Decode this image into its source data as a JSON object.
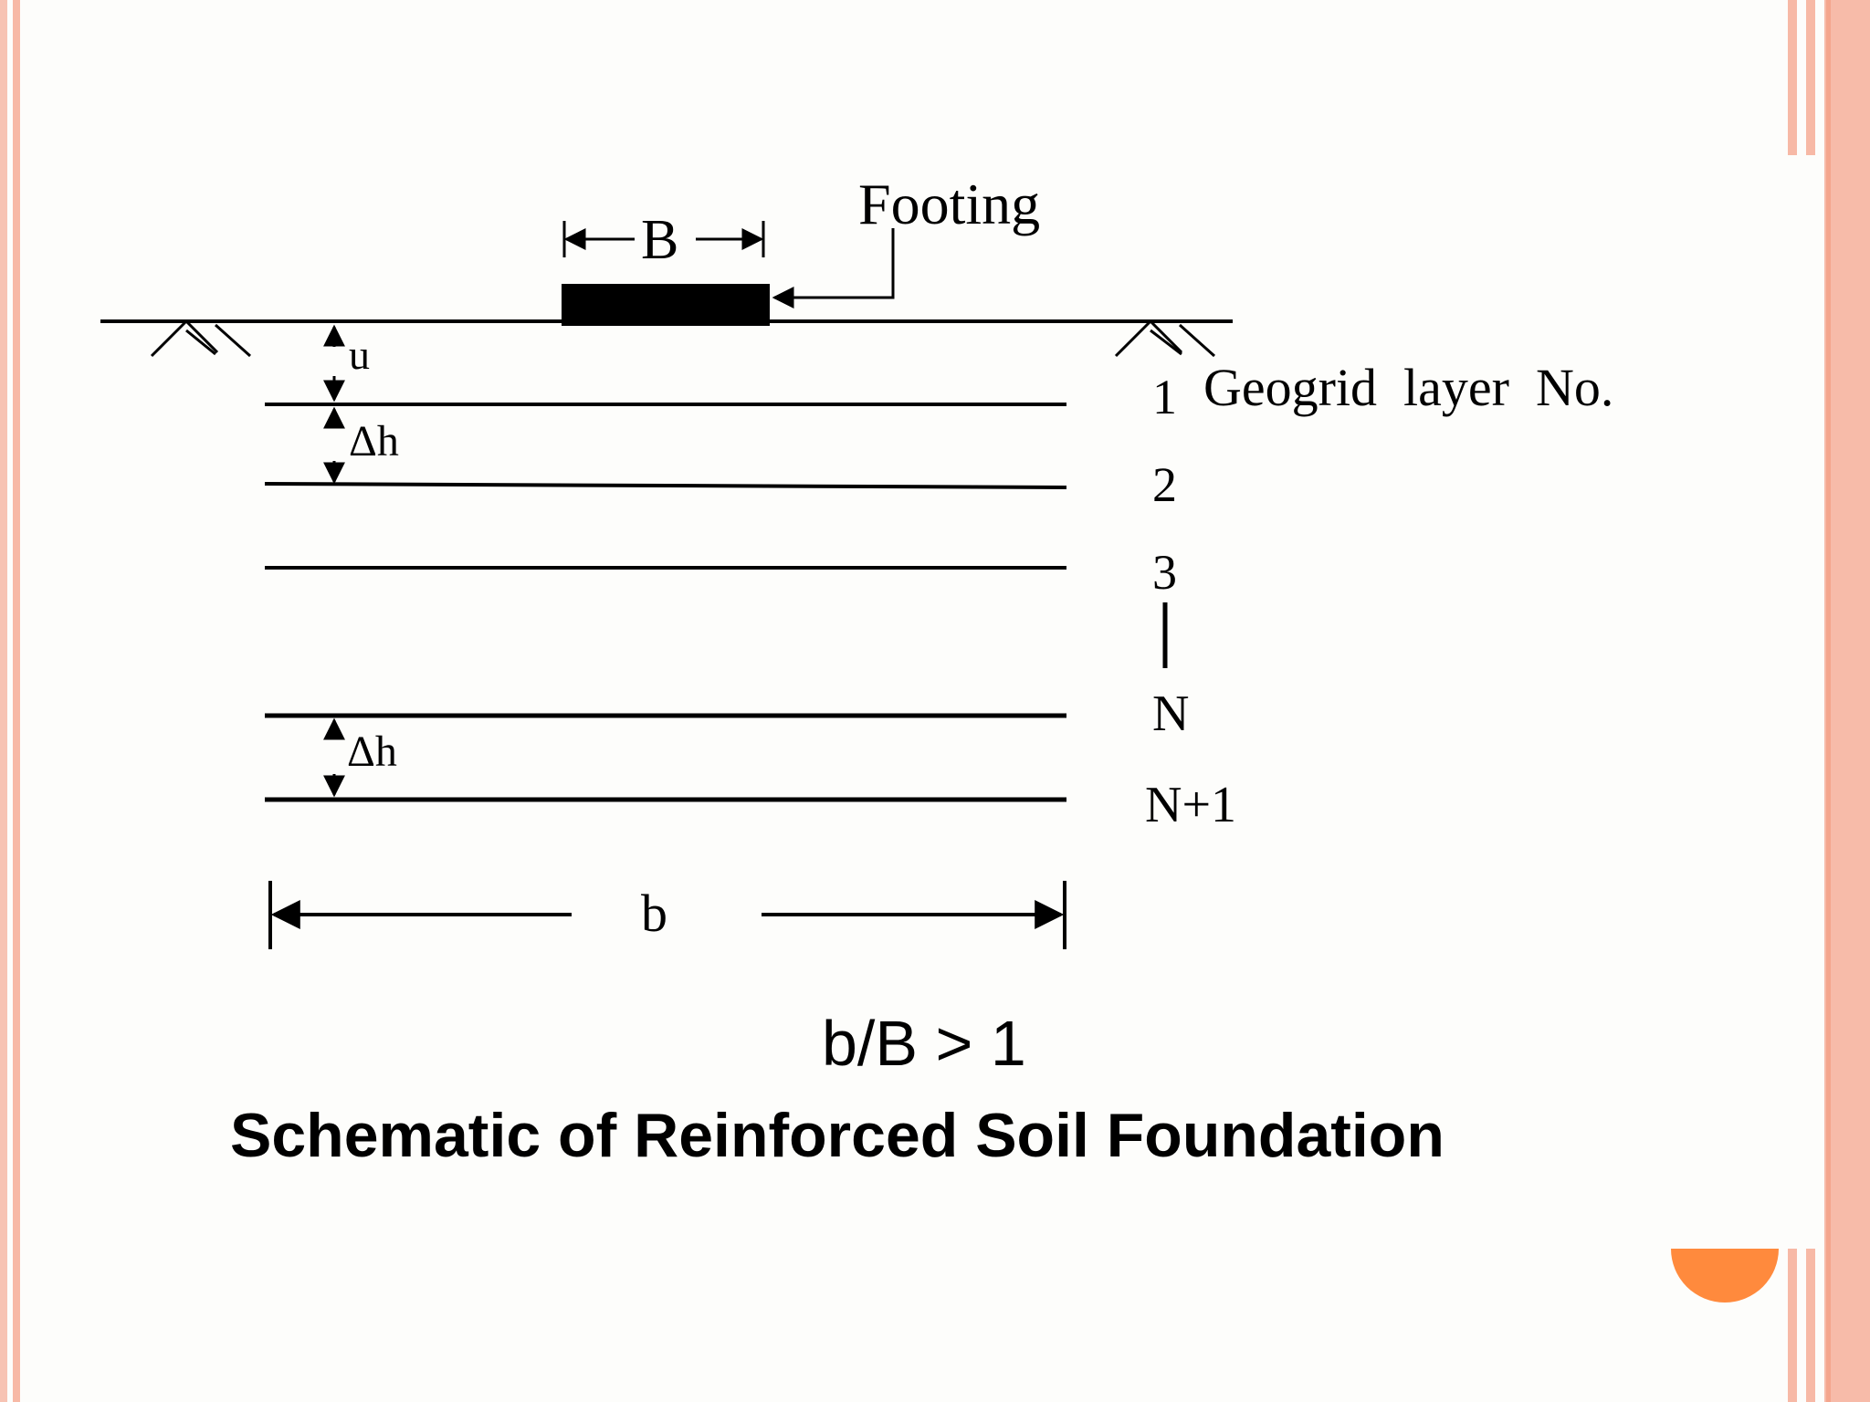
{
  "diagram": {
    "footing_label": "Footing",
    "footing_width_label": "B",
    "embedment_label": "u",
    "spacing_label_top": "Δh",
    "spacing_label_bottom": "Δh",
    "geogrid_heading": "Geogrid  layer  No.",
    "layer_numbers": [
      "1",
      "2",
      "3",
      "N",
      "N+1"
    ],
    "reinforcement_width_label": "b"
  },
  "condition": "b/B > 1",
  "caption": "Schematic of Reinforced Soil Foundation",
  "colors": {
    "frame_stripe": "#f7b9a6",
    "frame_stripe_dark": "#f4a58d",
    "accent_orange": "#ff8a3d",
    "ink": "#000000",
    "background": "#fdfdfb"
  }
}
